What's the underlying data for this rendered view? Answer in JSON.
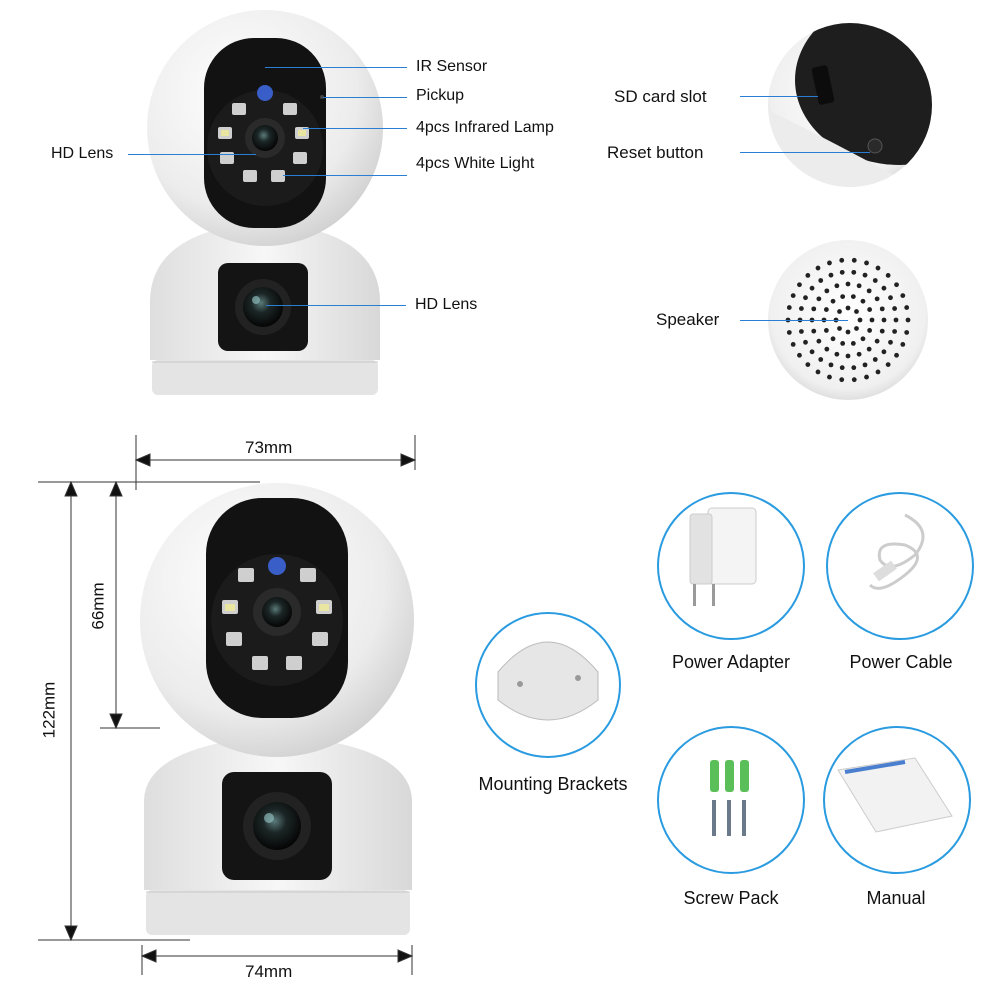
{
  "callouts": {
    "ir_sensor": "IR Sensor",
    "pickup": "Pickup",
    "infrared_lamp": "4pcs Infrared Lamp",
    "white_light": "4pcs White Light",
    "hd_lens_top": "HD Lens",
    "hd_lens_bottom": "HD Lens",
    "sd_card_slot": "SD card slot",
    "reset_button": "Reset button",
    "speaker": "Speaker"
  },
  "dimensions": {
    "width_top": "73mm",
    "width_bottom": "74mm",
    "height_total": "122mm",
    "height_head": "66mm"
  },
  "accessories": {
    "power_adapter": "Power Adapter",
    "power_cable": "Power Cable",
    "mounting_brackets": "Mounting Brackets",
    "screw_pack": "Screw Pack",
    "manual": "Manual"
  },
  "colors": {
    "leader_line": "#2a7fd4",
    "circle_border": "#2a9be0",
    "camera_body": "#eeeeee",
    "camera_face": "#121212"
  }
}
